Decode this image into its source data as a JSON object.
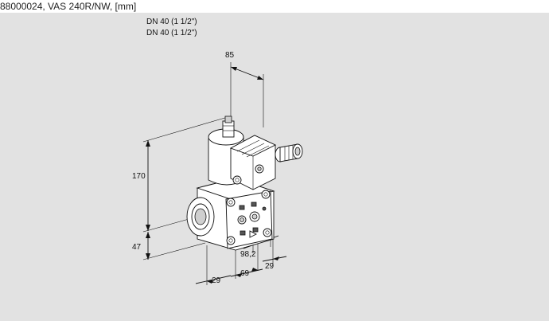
{
  "title": "88000024, VAS 240R/NW, [mm]",
  "labels": {
    "dn_1": "DN 40 (1 1/2\")",
    "dn_2": "DN 40 (1 1/2\")"
  },
  "dimensions": {
    "d85": "85",
    "d170": "170",
    "d47": "47",
    "d98": "98,2",
    "d29_right": "29",
    "d69": "69",
    "d29_bottom": "29"
  }
}
